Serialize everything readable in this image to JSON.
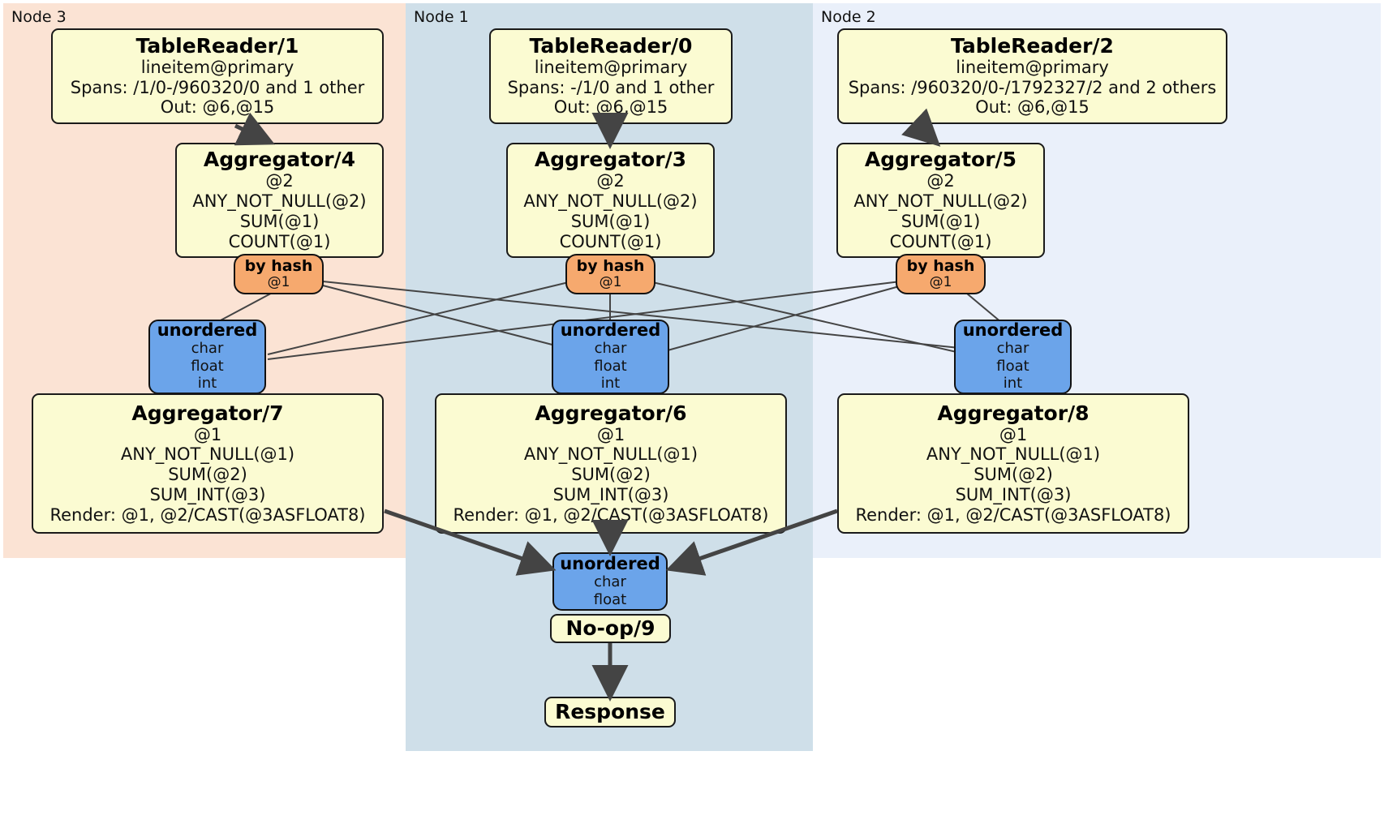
{
  "diagram": {
    "type": "distributed-query-plan",
    "title": "CockroachDB distributed SQL physical plan",
    "colors": {
      "node3_bg": "#fbe3d4",
      "node1_bg": "#cfdfe9",
      "node2_bg": "#eaf0fa",
      "processor_fill": "#fbfbd2",
      "router_fill": "#f6a96e",
      "receiver_fill": "#6ba4ea",
      "edge": "#444444",
      "thin_edge": "#444444",
      "border": "#1a1a1a"
    }
  },
  "panels": [
    {
      "id": "node3",
      "label": "Node 3"
    },
    {
      "id": "node1",
      "label": "Node 1"
    },
    {
      "id": "node2",
      "label": "Node 2"
    }
  ],
  "nodes": {
    "tablereader_1": {
      "title": "TableReader/1",
      "lines": [
        "lineitem@primary",
        "Spans: /1/0-/960320/0 and 1 other",
        "Out: @6,@15"
      ]
    },
    "tablereader_0": {
      "title": "TableReader/0",
      "lines": [
        "lineitem@primary",
        "Spans: -/1/0 and 1 other",
        "Out: @6,@15"
      ]
    },
    "tablereader_2": {
      "title": "TableReader/2",
      "lines": [
        "lineitem@primary",
        "Spans: /960320/0-/1792327/2 and 2 others",
        "Out: @6,@15"
      ]
    },
    "aggregator_4": {
      "title": "Aggregator/4",
      "lines": [
        "@2",
        "ANY_NOT_NULL(@2)",
        "SUM(@1)",
        "COUNT(@1)"
      ]
    },
    "aggregator_3": {
      "title": "Aggregator/3",
      "lines": [
        "@2",
        "ANY_NOT_NULL(@2)",
        "SUM(@1)",
        "COUNT(@1)"
      ]
    },
    "aggregator_5": {
      "title": "Aggregator/5",
      "lines": [
        "@2",
        "ANY_NOT_NULL(@2)",
        "SUM(@1)",
        "COUNT(@1)"
      ]
    },
    "router_left": {
      "title": "by hash",
      "lines": [
        "@1"
      ]
    },
    "router_center": {
      "title": "by hash",
      "lines": [
        "@1"
      ]
    },
    "router_right": {
      "title": "by hash",
      "lines": [
        "@1"
      ]
    },
    "recv_left": {
      "title": "unordered",
      "lines": [
        "char",
        "float",
        "int"
      ]
    },
    "recv_center": {
      "title": "unordered",
      "lines": [
        "char",
        "float",
        "int"
      ]
    },
    "recv_right": {
      "title": "unordered",
      "lines": [
        "char",
        "float",
        "int"
      ]
    },
    "aggregator_7": {
      "title": "Aggregator/7",
      "lines": [
        "@1",
        "ANY_NOT_NULL(@1)",
        "SUM(@2)",
        "SUM_INT(@3)",
        "Render: @1, @2/CAST(@3ASFLOAT8)"
      ]
    },
    "aggregator_6": {
      "title": "Aggregator/6",
      "lines": [
        "@1",
        "ANY_NOT_NULL(@1)",
        "SUM(@2)",
        "SUM_INT(@3)",
        "Render: @1, @2/CAST(@3ASFLOAT8)"
      ]
    },
    "aggregator_8": {
      "title": "Aggregator/8",
      "lines": [
        "@1",
        "ANY_NOT_NULL(@1)",
        "SUM(@2)",
        "SUM_INT(@3)",
        "Render: @1, @2/CAST(@3ASFLOAT8)"
      ]
    },
    "recv_final": {
      "title": "unordered",
      "lines": [
        "char",
        "float"
      ]
    },
    "noop_9": {
      "title": "No-op/9"
    },
    "response": {
      "title": "Response"
    }
  }
}
